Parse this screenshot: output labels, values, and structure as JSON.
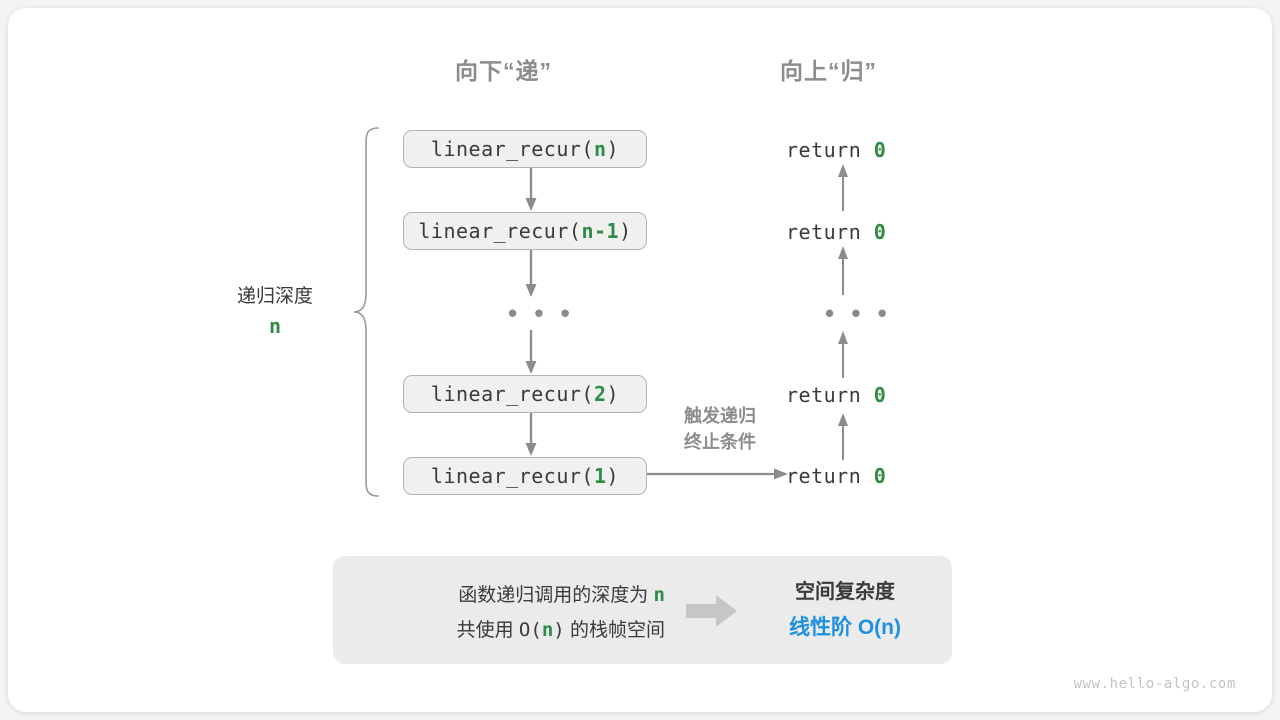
{
  "headers": {
    "down": "向下“递”",
    "up": "向上“归”"
  },
  "call_stack": [
    {
      "prefix": "linear_recur(",
      "arg": "n",
      "suffix": ")"
    },
    {
      "prefix": "linear_recur(",
      "arg": "n-1",
      "suffix": ")"
    },
    {
      "prefix": "linear_recur(",
      "arg": "2",
      "suffix": ")"
    },
    {
      "prefix": "linear_recur(",
      "arg": "1",
      "suffix": ")"
    }
  ],
  "returns": [
    {
      "keyword": "return ",
      "value": "0"
    },
    {
      "keyword": "return ",
      "value": "0"
    },
    {
      "keyword": "return ",
      "value": "0"
    },
    {
      "keyword": "return ",
      "value": "0"
    }
  ],
  "ellipsis": "• • •",
  "depth": {
    "label": "递归深度",
    "value": "n"
  },
  "terminate_note": {
    "line1": "触发递归",
    "line2": "终止条件"
  },
  "summary": {
    "line1_prefix": "函数递归调用的深度为 ",
    "line1_var": "n",
    "line2_prefix": "共使用 ",
    "line2_mono_open": "O(",
    "line2_var": "n",
    "line2_mono_close": ")",
    "line2_suffix": " 的栈帧空间",
    "title": "空间复杂度",
    "value": "线性阶 O(n)"
  },
  "watermark": "www.hello-algo.com",
  "colors": {
    "accent_green": "#2e8b45",
    "accent_blue": "#1e90e0",
    "stroke_gray": "#8c8c8c",
    "box_fill": "#f0f0f0",
    "summary_fill": "#ebebeb"
  }
}
